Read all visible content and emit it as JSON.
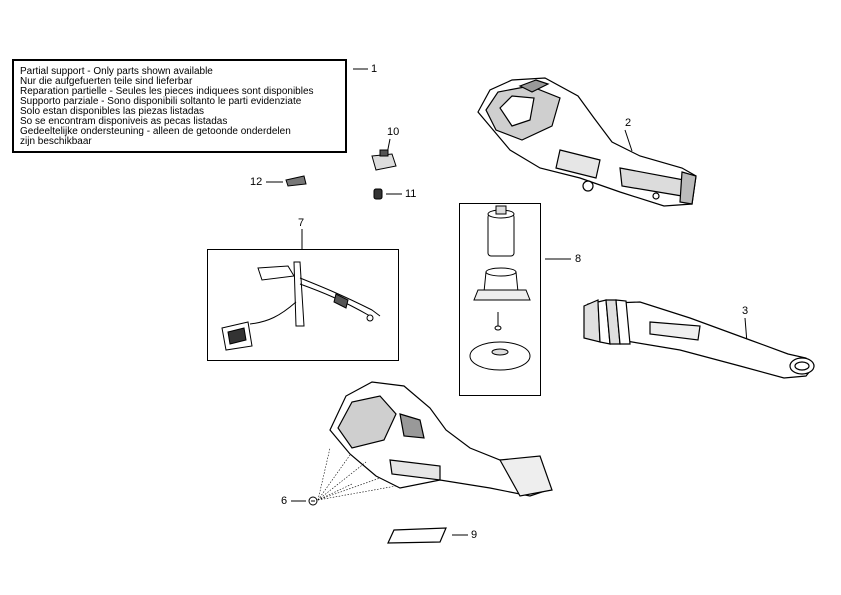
{
  "note": {
    "lines": [
      "Partial support - Only parts shown available",
      "Nur die aufgefuerten teile sind lieferbar",
      "Reparation partielle - Seules les pieces indiquees sont disponibles",
      "Supporto parziale - Sono disponibili soltanto le parti evidenziate",
      "Solo estan disponibles las piezas listadas",
      "So se encontram disponiveis as pecas listadas",
      "Gedeeltelijke ondersteuning - alleen de getoonde onderdelen",
      "zijn beschikbaar"
    ]
  },
  "callouts": {
    "c1": "1",
    "c2": "2",
    "c3": "3",
    "c6": "6",
    "c7": "7",
    "c8": "8",
    "c9": "9",
    "c10": "10",
    "c11": "11",
    "c12": "12"
  }
}
